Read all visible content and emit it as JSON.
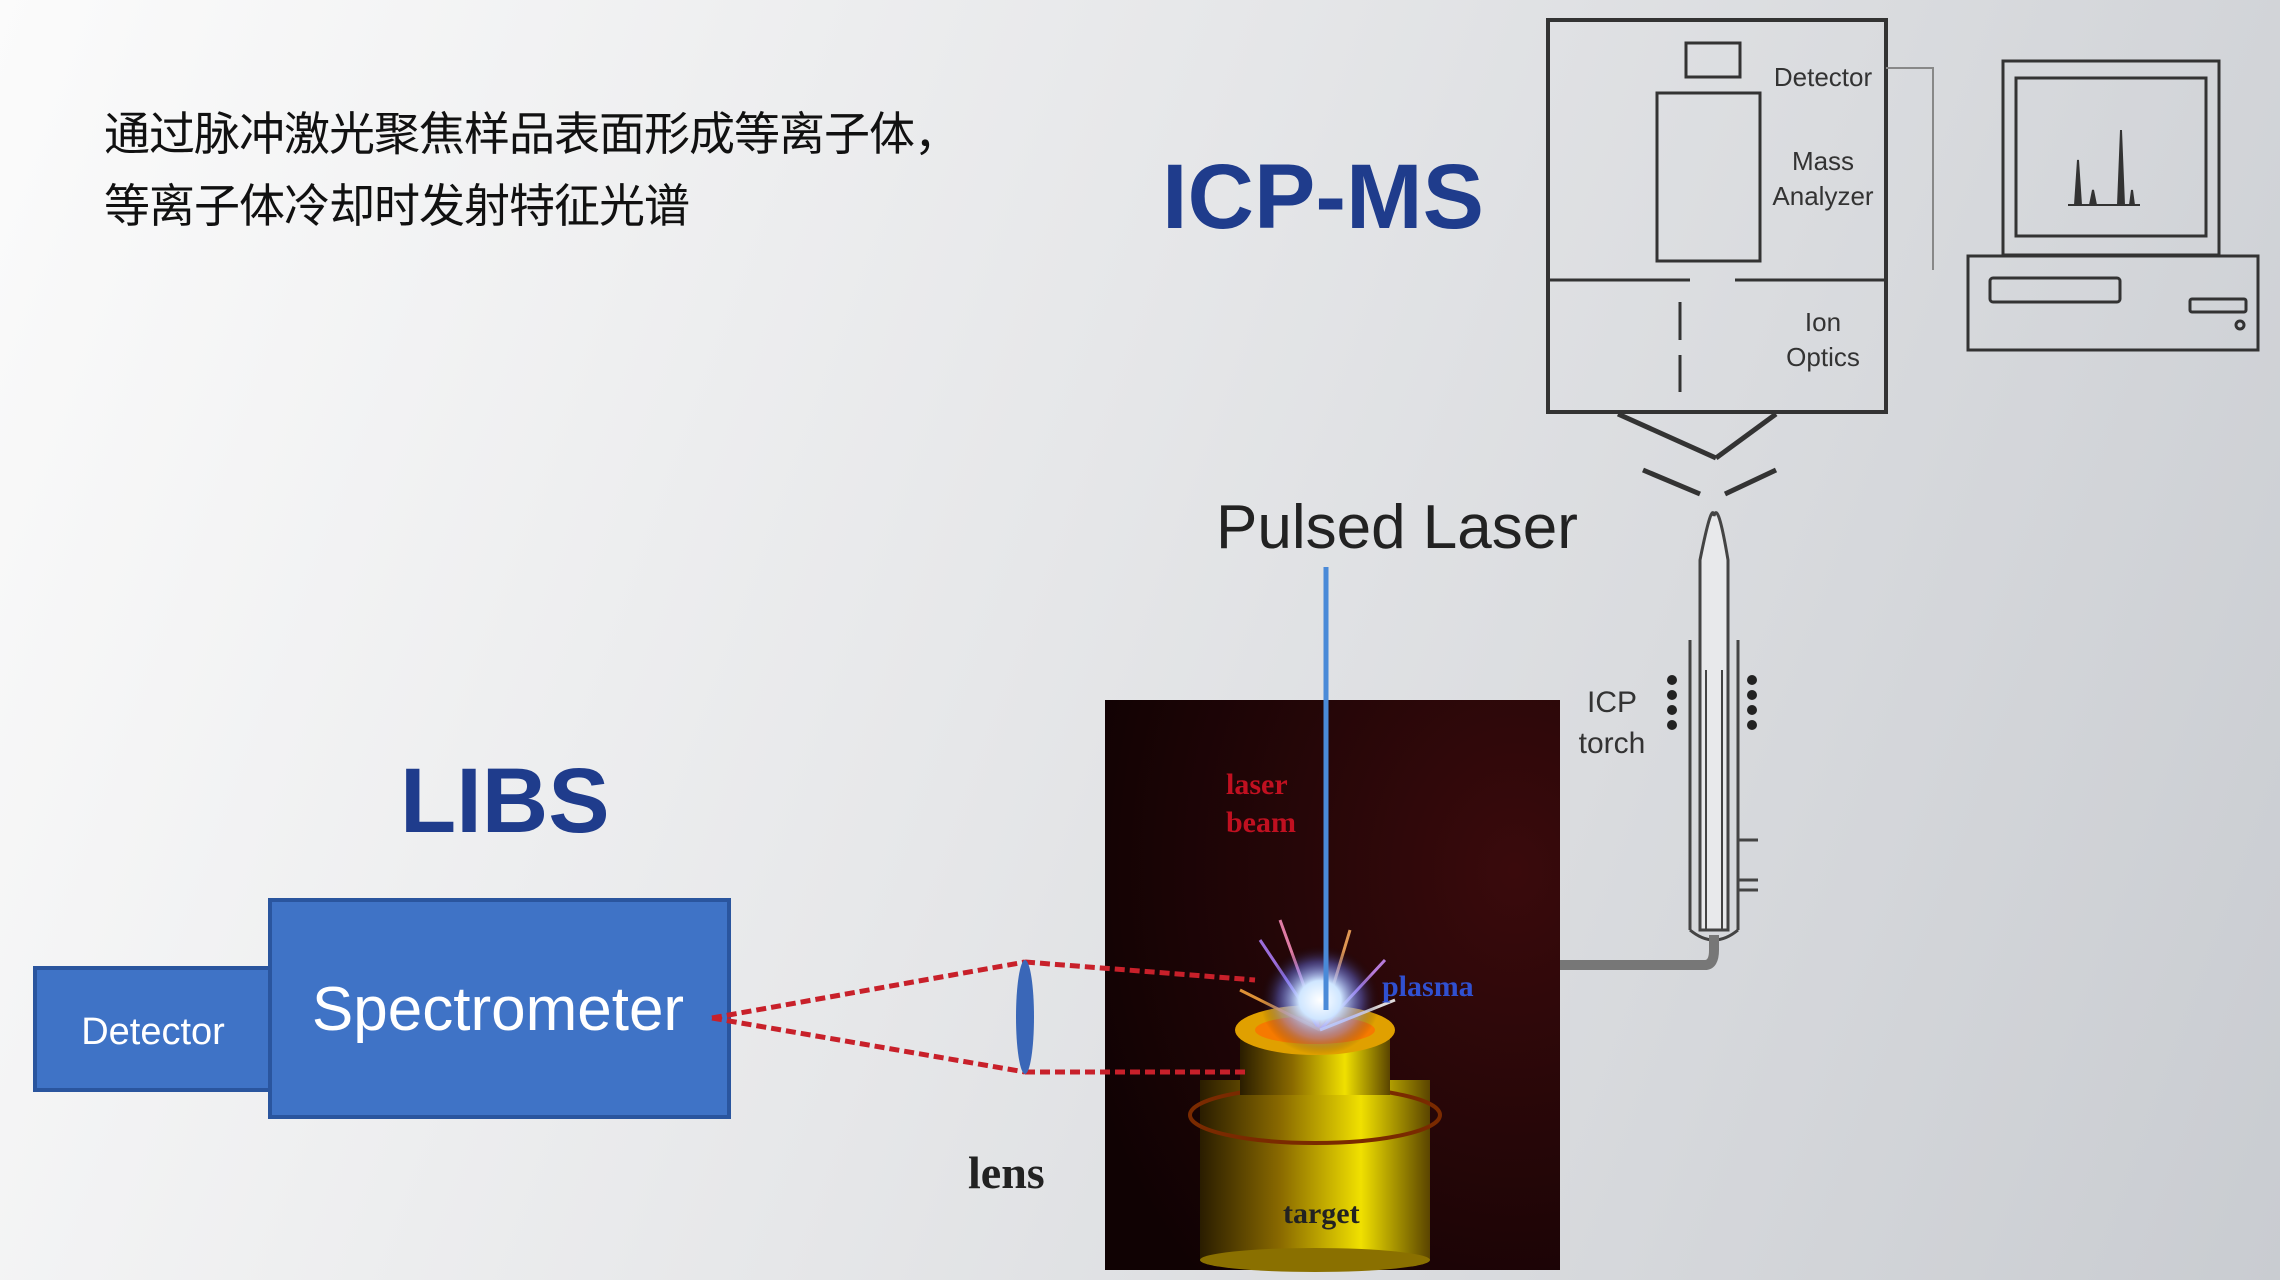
{
  "caption": {
    "line1": "通过脉冲激光聚焦样品表面形成等离子体，",
    "line2": "等离子体冷却时发射特征光谱"
  },
  "icpms": {
    "title": "ICP-MS",
    "detector": "Detector",
    "mass": "Mass",
    "analyzer": "Analyzer",
    "ion": "Ion",
    "optics": "Optics",
    "icp": "ICP",
    "torch": "torch"
  },
  "laser": {
    "label": "Pulsed Laser",
    "beam1": "laser",
    "beam2": "beam",
    "plasma": "plasma",
    "target": "target"
  },
  "libs": {
    "title": "LIBS",
    "detector": "Detector",
    "spectrometer": "Spectrometer",
    "lens": "lens"
  },
  "colors": {
    "title_blue": "#1f3c8c",
    "box_blue": "#3f73c6",
    "dash_red": "#c8202a"
  }
}
